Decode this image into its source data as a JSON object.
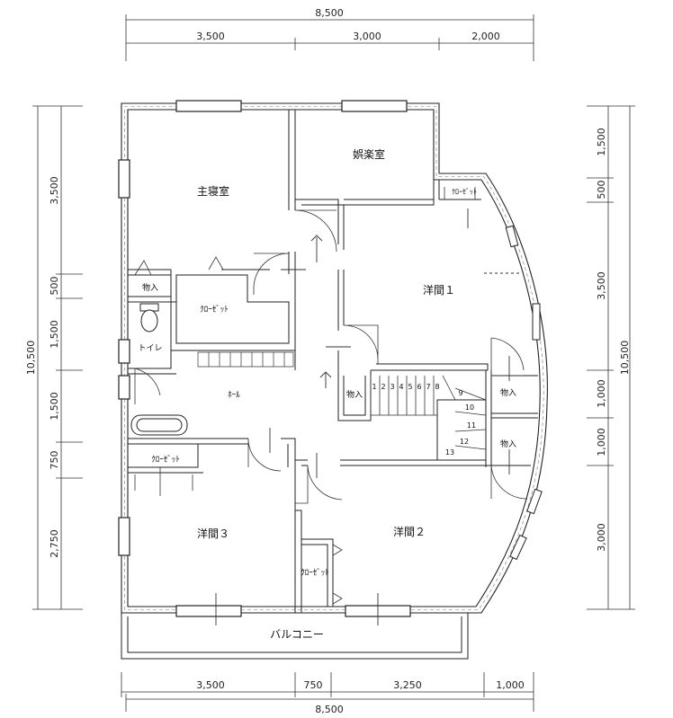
{
  "dimensions": {
    "top_total": "8,500",
    "top_segments": [
      "3,500",
      "3,000",
      "2,000"
    ],
    "bottom_segments": [
      "3,500",
      "750",
      "3,250",
      "1,000"
    ],
    "bottom_total": "8,500",
    "left_total": "10,500",
    "left_segments": [
      "3,500",
      "500",
      "1,500",
      "1,500",
      "750",
      "2,750"
    ],
    "right_total": "10,500",
    "right_segments": [
      "1,500",
      "500",
      "3,500",
      "1,000",
      "1,000",
      "3,000"
    ]
  },
  "rooms": {
    "master_bedroom": "主寝室",
    "entertainment_room": "娯楽室",
    "western_room_1": "洋間１",
    "western_room_2": "洋間２",
    "western_room_3": "洋間３",
    "storage_left": "物入",
    "closet_center": "ｸﾛｰｾﾞｯﾄ",
    "toilet": "トイレ",
    "hall": "ﾎｰﾙ",
    "closet_room3": "ｸﾛｰｾﾞｯﾄ",
    "closet_room2": "ｸﾛｰｾﾞｯﾄ",
    "closet_curve": "ｸﾛｰｾﾞｯﾄ",
    "storage_center": "物入",
    "storage_right_1": "物入",
    "storage_right_2": "物入",
    "balcony": "バルコニー"
  },
  "stairs": {
    "steps": [
      "1",
      "2",
      "3",
      "4",
      "5",
      "6",
      "7",
      "8",
      "9",
      "10",
      "11",
      "12",
      "13"
    ]
  }
}
